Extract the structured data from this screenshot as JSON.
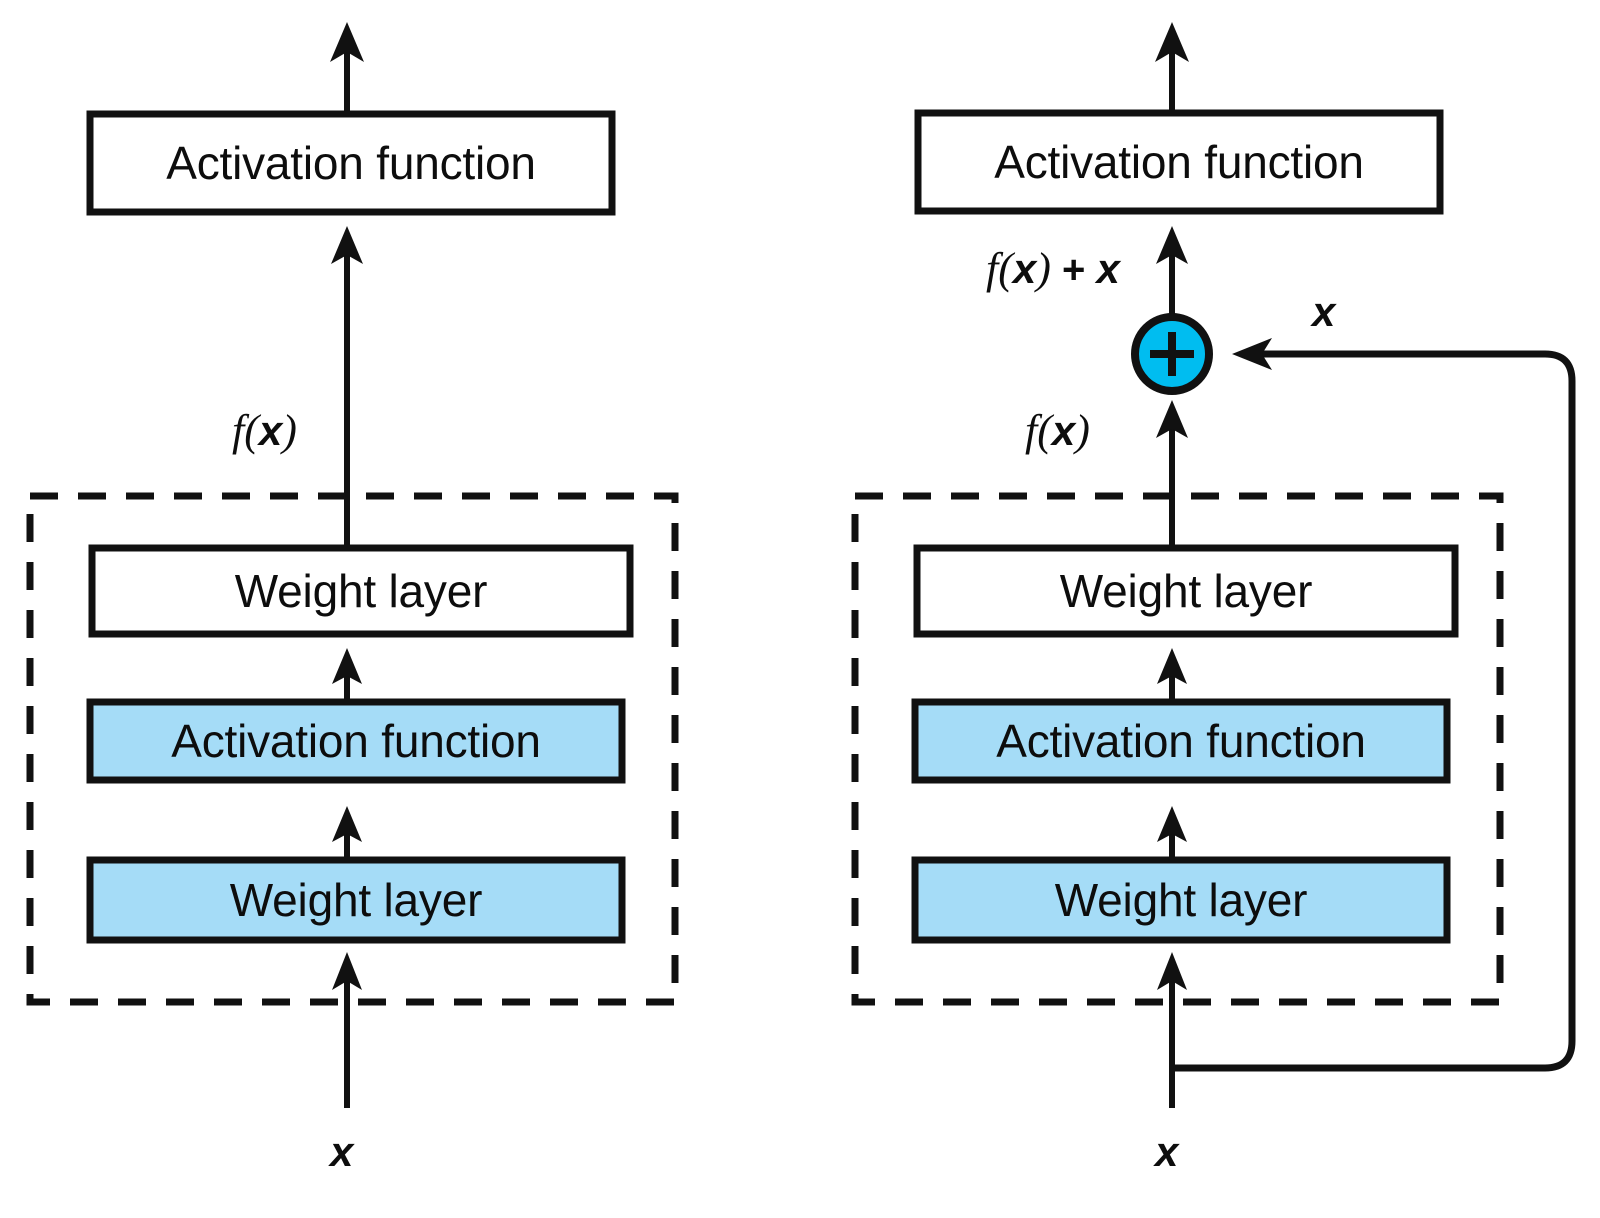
{
  "figure": {
    "type": "diagram",
    "kind": "neural-network-block-comparison",
    "background_color": "#ffffff",
    "stroke_color": "#111111",
    "accent_blue_fill": "#a5dcf7",
    "sum_node_fill": "#00bdf0"
  },
  "panels": [
    {
      "id": "plain-block",
      "position": "left",
      "top_box": {
        "label": "Activation function",
        "fill": "white"
      },
      "dashed_group_label": "",
      "inner_boxes": [
        {
          "label": "Weight layer",
          "fill": "white"
        },
        {
          "label": "Activation function",
          "fill": "blue"
        },
        {
          "label": "Weight layer",
          "fill": "blue"
        }
      ],
      "edge_labels": {
        "block_output": "f(x)",
        "input": "x"
      }
    },
    {
      "id": "residual-block",
      "position": "right",
      "top_box": {
        "label": "Activation function",
        "fill": "white"
      },
      "dashed_group_label": "",
      "inner_boxes": [
        {
          "label": "Weight layer",
          "fill": "white"
        },
        {
          "label": "Activation function",
          "fill": "blue"
        },
        {
          "label": "Weight layer",
          "fill": "blue"
        }
      ],
      "sum_node": {
        "symbol": "+",
        "fill": "#00bdf0"
      },
      "edge_labels": {
        "sum_output": "f(x) + x",
        "block_output": "f(x)",
        "skip_connection": "x",
        "input": "x"
      }
    }
  ],
  "labels": {
    "activation_function": "Activation function",
    "weight_layer": "Weight layer",
    "fx": "f(x)",
    "fx_plus_x": "f(x) + x",
    "x": "x",
    "plus": "+"
  }
}
